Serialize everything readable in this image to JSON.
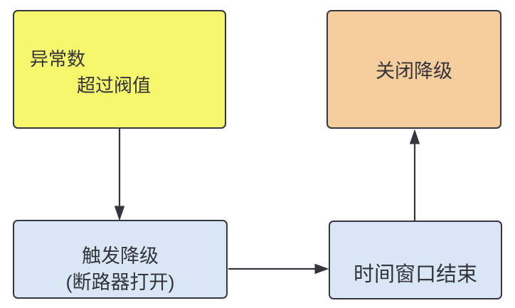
{
  "diagram": {
    "background_color": "#ffffff",
    "line_color": "#33363b",
    "text_color": "#32343a",
    "nodes": {
      "threshold": {
        "line1": "异常数",
        "line2": "超过阀值",
        "fill": "#f7f76e",
        "shape": "rounded-rect"
      },
      "close_degrade": {
        "label": "关闭降级",
        "fill": "#f6cd9d",
        "shape": "rounded-rect"
      },
      "trigger_degrade": {
        "line1": "触发降级",
        "line2": "(断路器打开)",
        "fill": "#d8e6f6",
        "shape": "rounded-rect"
      },
      "time_window": {
        "label": "时间窗口结束",
        "fill": "#d8e6f6",
        "shape": "rounded-rect"
      }
    },
    "edges": [
      {
        "from": "threshold",
        "to": "trigger_degrade",
        "direction": "down"
      },
      {
        "from": "trigger_degrade",
        "to": "time_window",
        "direction": "right"
      },
      {
        "from": "time_window",
        "to": "close_degrade",
        "direction": "up"
      }
    ]
  }
}
